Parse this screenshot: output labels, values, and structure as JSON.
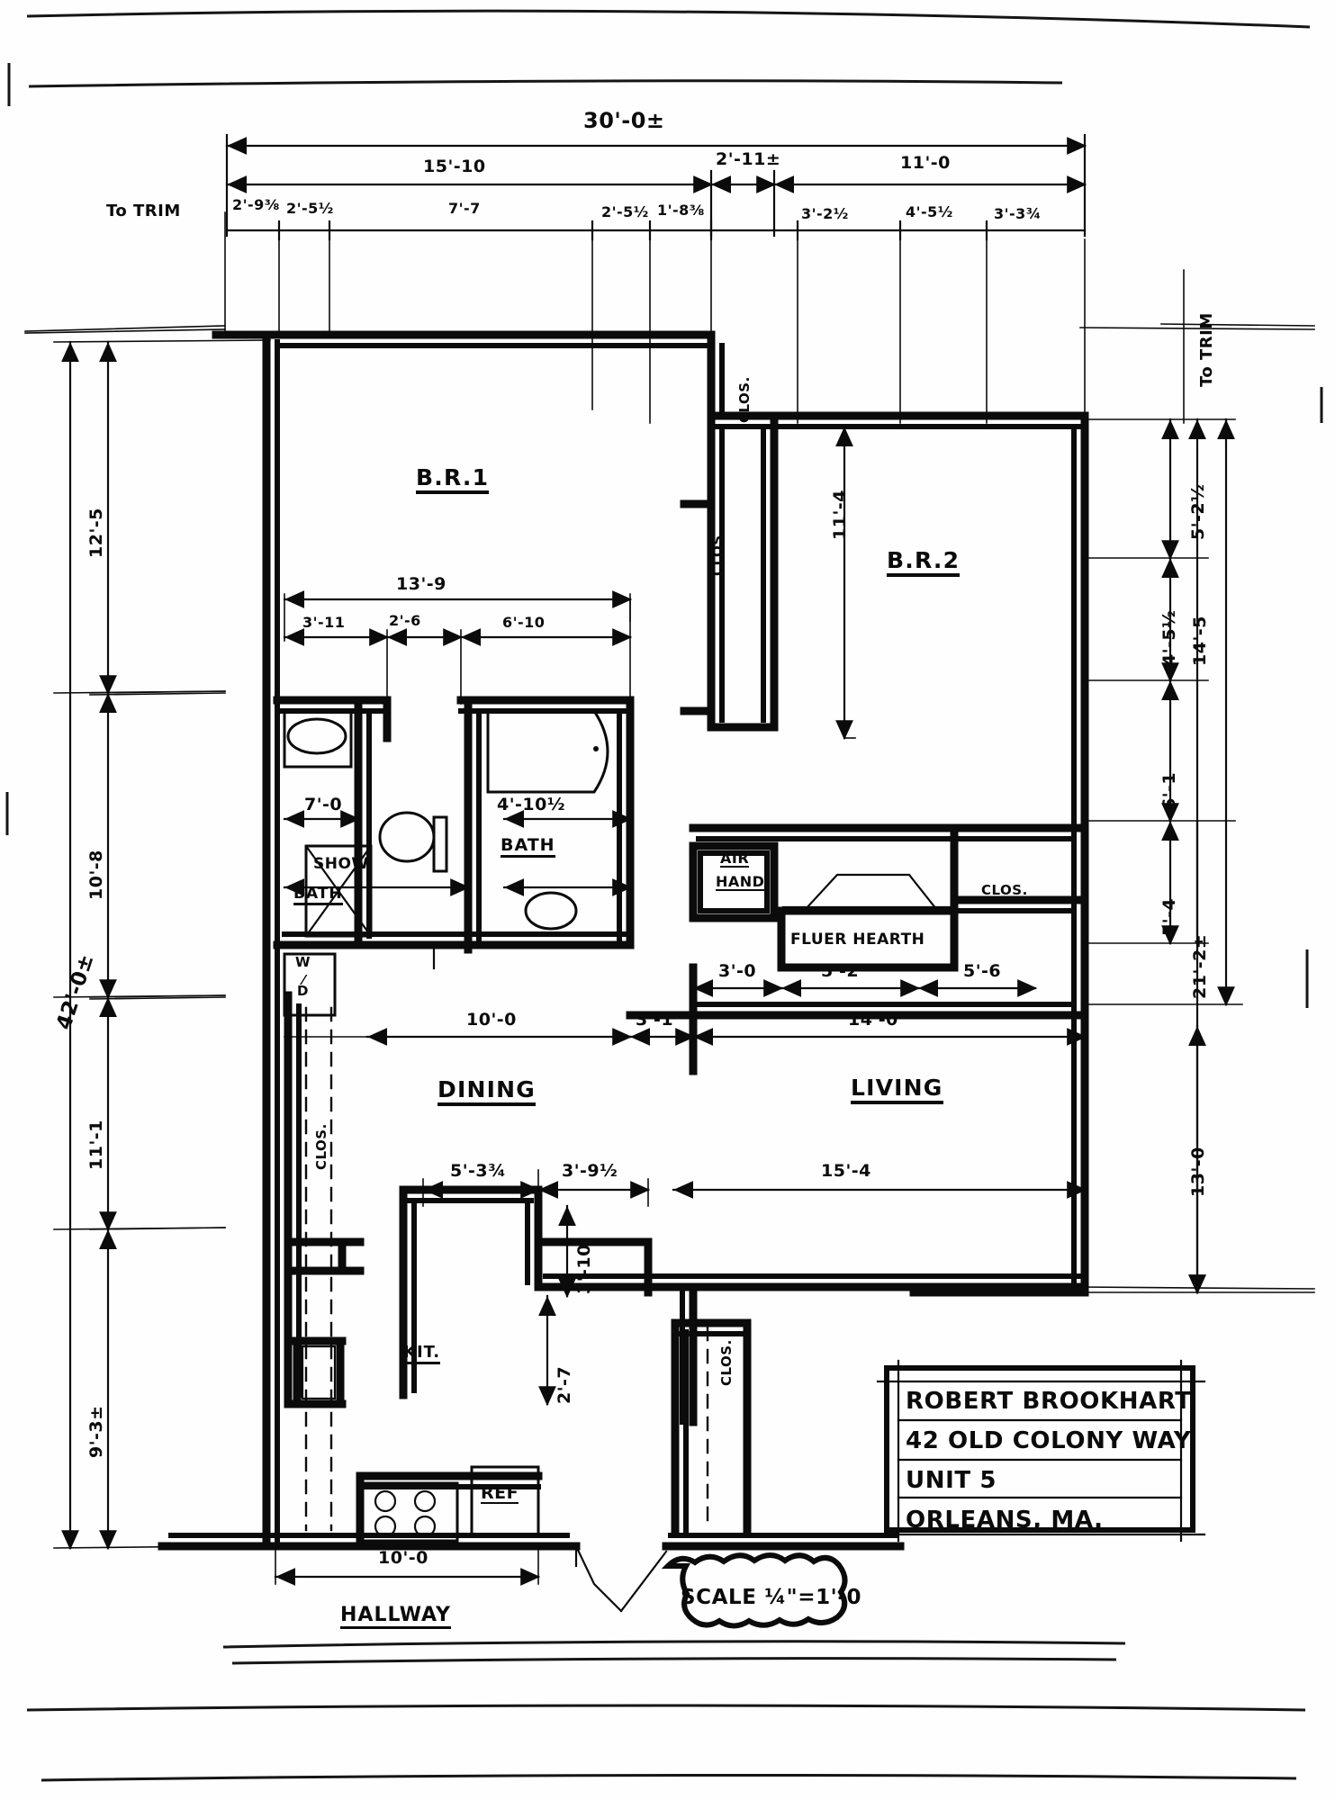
{
  "document": {
    "type": "hand-drawn architectural floor plan",
    "scale_note": "SCALE ¼\"=1'-0"
  },
  "title_block": {
    "line1": "ROBERT BROOKHART",
    "line2": "42 OLD COLONY WAY",
    "line3": "UNIT 5",
    "line4": "ORLEANS, MA."
  },
  "rooms": [
    {
      "id": "br1",
      "label": "B.R.1"
    },
    {
      "id": "br2",
      "label": "B.R.2"
    },
    {
      "id": "dining",
      "label": "DINING"
    },
    {
      "id": "living",
      "label": "LIVING"
    },
    {
      "id": "kitchen",
      "label": "KIT."
    },
    {
      "id": "hallway",
      "label": "HALLWAY"
    },
    {
      "id": "bath1",
      "label": "BATH"
    },
    {
      "id": "bath2",
      "label": "BATH"
    }
  ],
  "annotations": {
    "to_trim_left": "To TRIM",
    "to_trim_right": "To TRIM",
    "closet_br1_a": "CLOS.",
    "closet_br1_b": "CLOS.",
    "closet_living": "CLOS.",
    "closet_hall": "CLOS.",
    "closet_kit": "CLOS.",
    "air_handler": "AIR\nHAND",
    "fluer_hearth": "FLUER HEARTH",
    "shower": "SHOW",
    "refrigerator": "REF",
    "washer_dryer": "W/D"
  },
  "dimensions": {
    "top_overall": "30'-0±",
    "top_row2": [
      "15'-10",
      "2'-11±",
      "11'-0"
    ],
    "top_row3": [
      "2'-9⅜",
      "2'-5½",
      "7'-7",
      "2'-5½",
      "1'-8⅜",
      "3'-2½",
      "4'-5½",
      "3'-3¾"
    ],
    "left_overall": "42'-0±",
    "left_row": [
      "12'-5",
      "10'-8",
      "11'-1",
      "9'-3±"
    ],
    "right_row": [
      "5'-2½",
      "4'-5½",
      "6'-1",
      "5'-4",
      "13'-0"
    ],
    "right_outer": [
      "14'-5",
      "21'-2±"
    ],
    "br1_overall": "13'-9",
    "br1_row": [
      "3'-11",
      "2'-6",
      "6'-10"
    ],
    "bath_left_width": "7'-0",
    "bath_right_width": "4'-10½",
    "br2_depth": "11'-4",
    "mid_row": [
      "10'-0",
      "3'-1",
      "14'-0"
    ],
    "hearth_row": [
      "3'-0",
      "5'-2",
      "5'-6"
    ],
    "lower_row": [
      "5'-3¾",
      "3'-9½",
      "15'-4"
    ],
    "kit_depth_a": "3'-10",
    "kit_depth_b": "2'-7",
    "bottom_hall": "10'-0"
  },
  "colors": {
    "ink": "#0b0b0b",
    "paper": "#ffffff"
  }
}
